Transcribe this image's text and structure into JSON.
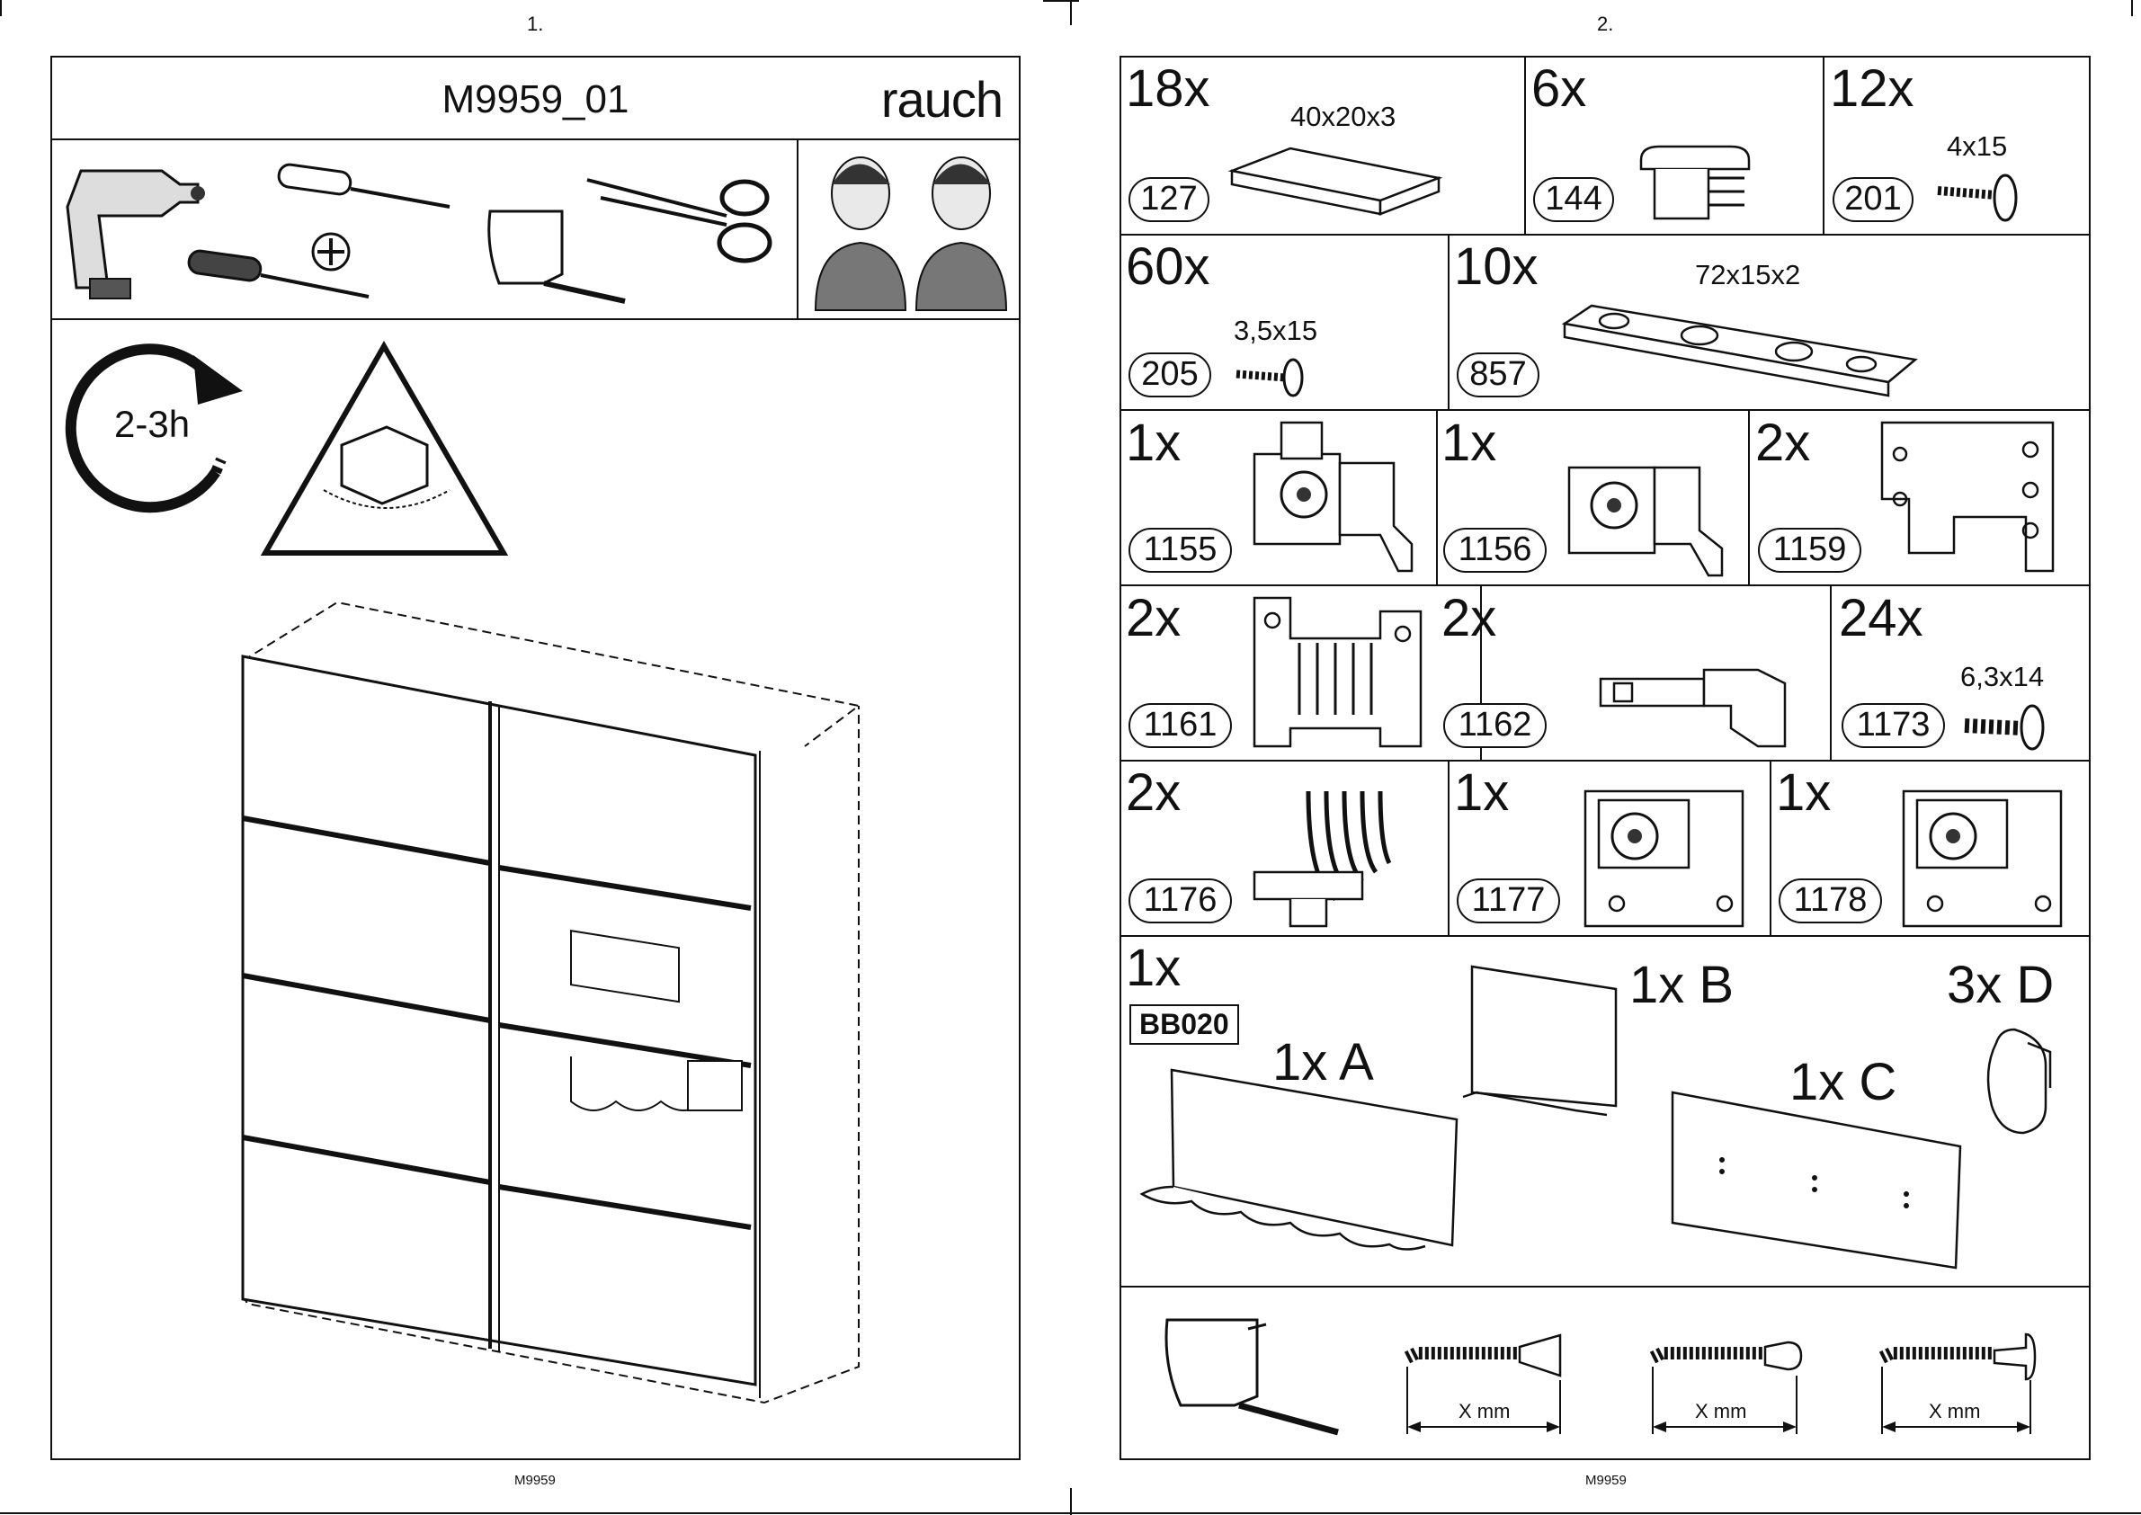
{
  "left_page": {
    "page_number": "1.",
    "title": "M9959_01",
    "brand": "rauch",
    "time_label": "2-3h",
    "footer": "M9959"
  },
  "right_page": {
    "page_number": "2.",
    "footer": "M9959",
    "parts": [
      {
        "qty": "18x",
        "id": "127",
        "dim": "40x20x3"
      },
      {
        "qty": "6x",
        "id": "144"
      },
      {
        "qty": "12x",
        "id": "201",
        "dim": "4x15"
      },
      {
        "qty": "60x",
        "id": "205",
        "dim": "3,5x15"
      },
      {
        "qty": "10x",
        "id": "857",
        "dim": "72x15x2"
      },
      {
        "qty": "1x",
        "id": "1155"
      },
      {
        "qty": "1x",
        "id": "1156"
      },
      {
        "qty": "2x",
        "id": "1159"
      },
      {
        "qty": "2x",
        "id": "1161"
      },
      {
        "qty": "2x",
        "id": "1162"
      },
      {
        "qty": "24x",
        "id": "1173",
        "dim": "6,3x14"
      },
      {
        "qty": "2x",
        "id": "1176"
      },
      {
        "qty": "1x",
        "id": "1177"
      },
      {
        "qty": "1x",
        "id": "1178"
      }
    ],
    "accessory": {
      "qty": "1x",
      "code": "BB020",
      "a": "1x A",
      "b": "1x B",
      "c": "1x C",
      "d": "3x D"
    },
    "screw_length_labels": [
      "X mm",
      "X mm",
      "X mm"
    ]
  }
}
